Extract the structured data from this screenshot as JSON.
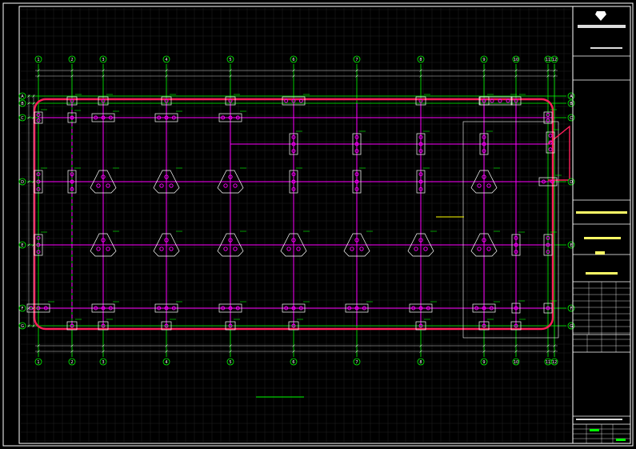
{
  "title_block": {
    "logo_icon": "shield-icon",
    "company": "",
    "project": "",
    "drawing_name": "",
    "drawing_number": ""
  },
  "grid": {
    "columns": [
      "1",
      "2",
      "3",
      "4",
      "5",
      "6",
      "7",
      "8",
      "9",
      "10",
      "11",
      "12"
    ],
    "rows": [
      "A",
      "B",
      "C",
      "D",
      "E",
      "F",
      "G"
    ]
  },
  "colors": {
    "background": "#000000",
    "frame": "#ffffff",
    "axis": "#00ff00",
    "beam": "#ff00ff",
    "boundary": "#ff1e5a",
    "pile": "#ff00ff",
    "note": "#ffff00"
  }
}
